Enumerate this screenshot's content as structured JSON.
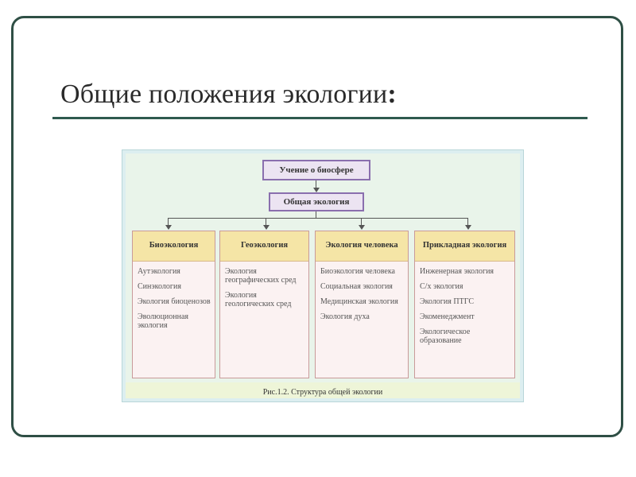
{
  "slide": {
    "title": "Общие положения экологии",
    "title_colon": ":"
  },
  "diagram": {
    "root": "Учение о биосфере",
    "general": "Общая экология",
    "columns": [
      {
        "header": "Биоэкология",
        "items": [
          "Аутэкология",
          "Синэкология",
          "Экология биоценозов",
          "Эволюционная экология"
        ]
      },
      {
        "header": "Геоэкология",
        "items": [
          "Экология географических сред",
          "Экология геологических сред"
        ]
      },
      {
        "header": "Экология человека",
        "items": [
          "Биоэкология человека",
          "Социальная экология",
          "Медицинская экология",
          "Экология духа"
        ]
      },
      {
        "header": "Прикладная экология",
        "items": [
          "Инженерная экология",
          "С/х экология",
          "Экология ПТГС",
          "Экоменеджмент",
          "Экологическое образование"
        ]
      }
    ],
    "caption": "Рис.1.2. Структура общей экологии"
  }
}
